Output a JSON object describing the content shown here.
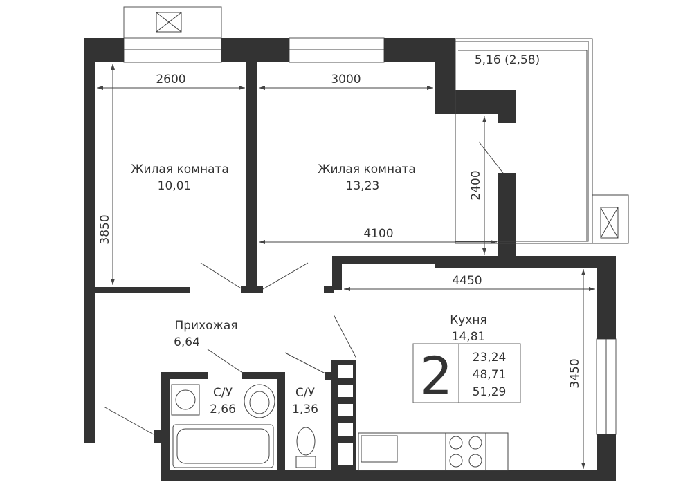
{
  "rooms": {
    "room1": {
      "name": "Жилая комната",
      "area": "10,01"
    },
    "room2": {
      "name": "Жилая комната",
      "area": "13,23"
    },
    "hallway": {
      "name": "Прихожая",
      "area": "6,64"
    },
    "kitchen": {
      "name": "Кухня",
      "area": "14,81"
    },
    "bath1": {
      "name": "С/У",
      "area": "2,66"
    },
    "bath2": {
      "name": "С/У",
      "area": "1,36"
    },
    "balcony": {
      "area": "5,16 (2,58)"
    }
  },
  "dimensions": {
    "room1_width": "2600",
    "room2_width": "3000",
    "room1_depth": "3850",
    "room2_depth": "2400",
    "room2_bottom_width": "4100",
    "kitchen_width": "4450",
    "kitchen_depth": "3450"
  },
  "summary": {
    "rooms_count": "2",
    "living_area": "23,24",
    "total_area": "48,71",
    "total_with_balcony": "51,29"
  },
  "colors": {
    "wall": "#333333",
    "background": "#ffffff"
  }
}
